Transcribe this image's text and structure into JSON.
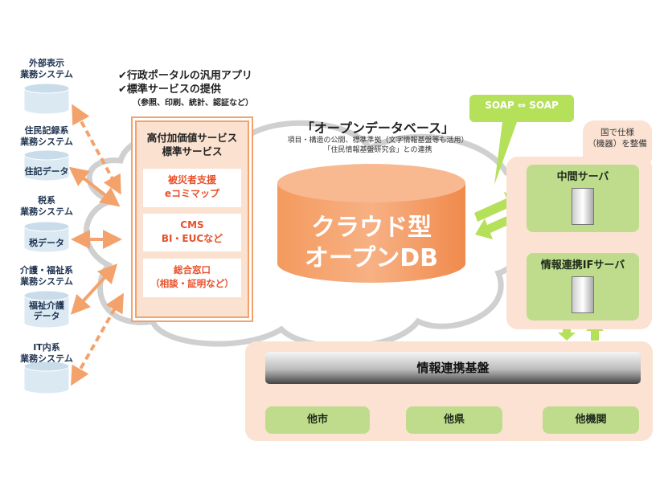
{
  "left_systems": [
    {
      "label": "外部表示\n業務システム",
      "data": ""
    },
    {
      "label": "住民記録系\n業務システム",
      "data": "住記データ"
    },
    {
      "label": "税系\n業務システム",
      "data": "税データ"
    },
    {
      "label": "介護・福祉系\n業務システム",
      "data": "福祉介護\nデータ"
    },
    {
      "label": "IT内系\n業務システム",
      "data": ""
    }
  ],
  "checks": {
    "line1": "行政ポータルの汎用アプリ",
    "line2": "標準サービスの提供",
    "line3": "（参照、印刷、統計、認証など）"
  },
  "services": {
    "title": "高付加価値サービス\n標準サービス",
    "items": [
      "被災者支援\neコミマップ",
      "CMS\nBI・EUCなど",
      "総合窓口\n（相談・証明など）"
    ]
  },
  "opendb": {
    "title": "「オープンデータベース」",
    "sub1": "項目・構造の公開、標準準拠（文字情報基盤等も活用）",
    "sub2": "「住民情報基盤研究会」との連携",
    "cylinder": "クラウド型\nオープンDB"
  },
  "soap": "SOAP ⇔ SOAP",
  "right": {
    "note": "国で仕様\n（機器）を整備",
    "server1": "中間サーバ",
    "server2": "情報連携IFサーバ"
  },
  "bottom": {
    "bar": "情報連携基盤",
    "nodes": [
      "他市",
      "他県",
      "他機関"
    ]
  },
  "colors": {
    "orange": "#f4a26b",
    "green": "#b5e05a",
    "beige": "#fbe2d2"
  }
}
